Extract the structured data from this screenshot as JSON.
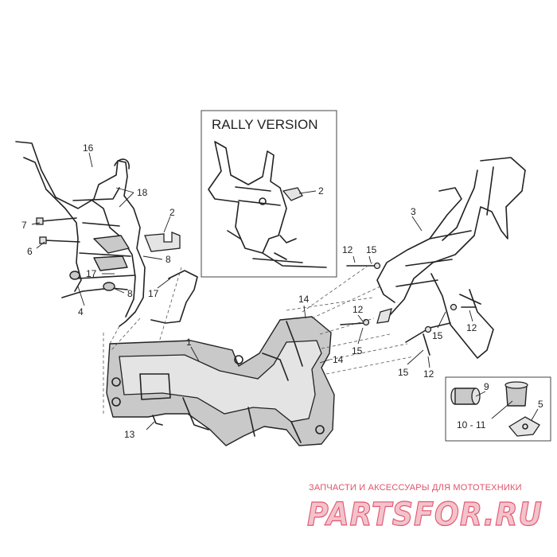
{
  "inset": {
    "title": "RALLY VERSION",
    "callouts": [
      "2"
    ]
  },
  "callouts": {
    "c1": "1",
    "c2": "2",
    "c3": "3",
    "c4": "4",
    "c5": "5",
    "c6": "6",
    "c7": "7",
    "c8a": "8",
    "c8b": "8",
    "c9": "9",
    "c10_11": "10 - 11",
    "c12a": "12",
    "c12b": "12",
    "c12c": "12",
    "c12d": "12",
    "c13": "13",
    "c14a": "14",
    "c14b": "14",
    "c15a": "15",
    "c15b": "15",
    "c15c": "15",
    "c15d": "15",
    "c16": "16",
    "c17a": "17",
    "c17b": "17",
    "c18": "18"
  },
  "watermark": {
    "subtitle": "ЗАПЧАСТИ И АКСЕССУАРЫ ДЛЯ МОТОТЕХНИКИ",
    "logo": "PARTSFOR.RU"
  }
}
